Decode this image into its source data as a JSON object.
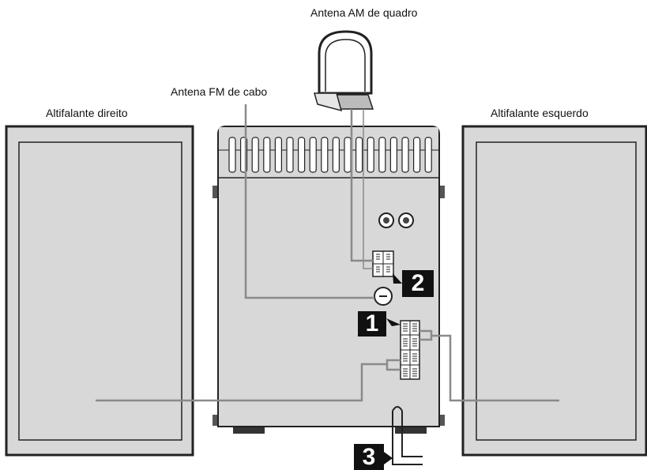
{
  "labels": {
    "am_antenna": "Antena AM de quadro",
    "fm_antenna": "Antena FM de cabo",
    "right_speaker": "Altifalante direito",
    "left_speaker": "Altifalante esquerdo"
  },
  "steps": {
    "step1": "1",
    "step2": "2",
    "step3": "3"
  },
  "colors": {
    "panel_fill": "#d8d8d8",
    "outline": "#222222",
    "cable": "#8a8a8a",
    "badge": "#111111"
  }
}
